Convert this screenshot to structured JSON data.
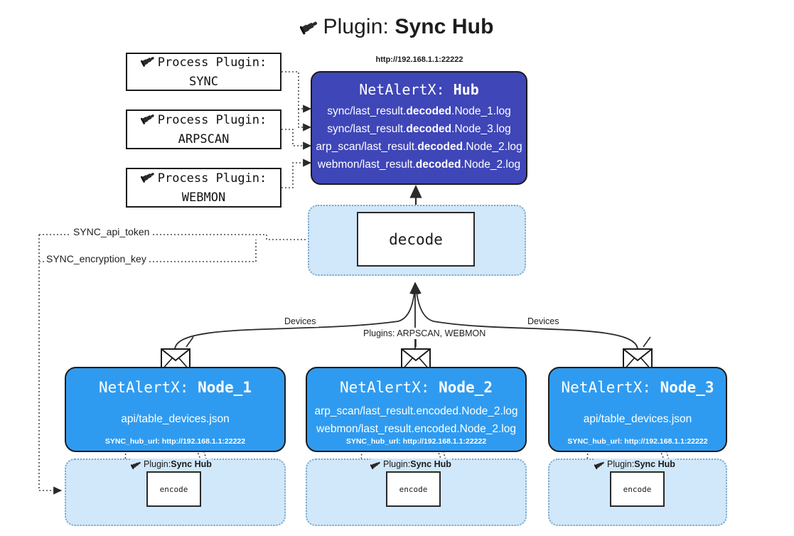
{
  "title": {
    "icon": "plug-icon",
    "prefix": "Plugin: ",
    "name": "Sync Hub"
  },
  "process_plugins": [
    {
      "icon": "plug-icon",
      "line1": "Process Plugin:",
      "line2": "SYNC"
    },
    {
      "icon": "plug-icon",
      "line1": "Process Plugin:",
      "line2": "ARPSCAN"
    },
    {
      "icon": "plug-icon",
      "line1": "Process Plugin:",
      "line2": "WEBMON"
    }
  ],
  "hub": {
    "url": "http://192.168.1.1:22222",
    "title_prefix": "NetAlertX: ",
    "title_name": "Hub",
    "lines": [
      {
        "pre": "sync/last_result.",
        "em": "decoded",
        "post": ".Node_1.log"
      },
      {
        "pre": "sync/last_result.",
        "em": "decoded",
        "post": ".Node_3.log"
      },
      {
        "pre": "arp_scan/last_result.",
        "em": "decoded",
        "post": ".Node_2.log"
      },
      {
        "pre": "webmon/last_result.",
        "em": "decoded",
        "post": ".Node_2.log"
      }
    ]
  },
  "decode": {
    "label": "decode"
  },
  "tokens": {
    "api_token": "SYNC_api_token",
    "encryption_key": "SYNC_encryption_key"
  },
  "edge_labels": {
    "devices_left": "Devices",
    "devices_right": "Devices",
    "plugins_center": "Plugins: ARPSCAN, WEBMON"
  },
  "nodes": [
    {
      "icon": "envelope-icon",
      "title_prefix": "NetAlertX: ",
      "title_name": "Node_1",
      "lines": [
        "api/table_devices.json"
      ],
      "footer": "SYNC_hub_url: http://192.168.1.1:22222"
    },
    {
      "icon": "envelope-icon",
      "title_prefix": "NetAlertX: ",
      "title_name": "Node_2",
      "lines": [
        "arp_scan/last_result.encoded.Node_2.log",
        "webmon/last_result.encoded.Node_2.log"
      ],
      "footer": "SYNC_hub_url: http://192.168.1.1:22222"
    },
    {
      "icon": "envelope-icon",
      "title_prefix": "NetAlertX: ",
      "title_name": "Node_3",
      "lines": [
        "api/table_devices.json"
      ],
      "footer": "SYNC_hub_url: http://192.168.1.1:22222"
    }
  ],
  "encoders": [
    {
      "tag_icon": "plug-icon",
      "tag_prefix": "Plugin: ",
      "tag_name": "Sync Hub",
      "label": "encode"
    },
    {
      "tag_icon": "plug-icon",
      "tag_prefix": "Plugin: ",
      "tag_name": "Sync Hub",
      "label": "encode"
    },
    {
      "tag_icon": "plug-icon",
      "tag_prefix": "Plugin: ",
      "tag_name": "Sync Hub",
      "label": "encode"
    }
  ],
  "colors": {
    "hub": "#3f46b8",
    "node": "#2f9bf0",
    "cluster": "#d1e7fa",
    "cluster_border": "#7aa7c7",
    "stroke": "#1b1b1b"
  }
}
